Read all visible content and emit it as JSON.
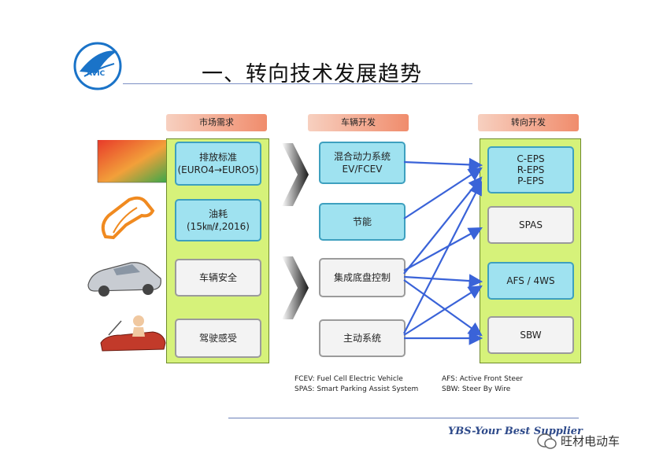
{
  "title": "一、转向技术发展趋势",
  "logo": {
    "text": "AVIC"
  },
  "columns": {
    "market": {
      "header": "市场需求",
      "boxes": [
        {
          "lines": [
            "排放标准",
            "(EURO4→EURO5)"
          ]
        },
        {
          "lines": [
            "油耗",
            "(15㎞/ℓ,2016)"
          ]
        },
        {
          "lines": [
            "车辆安全"
          ]
        },
        {
          "lines": [
            "驾驶感受"
          ]
        }
      ]
    },
    "vehicle": {
      "header": "车辆开发",
      "boxes": [
        {
          "lines": [
            "混合动力系统",
            "EV/FCEV"
          ]
        },
        {
          "lines": [
            "节能"
          ]
        },
        {
          "lines": [
            "集成底盘控制"
          ]
        },
        {
          "lines": [
            "主动系统"
          ]
        }
      ]
    },
    "steering": {
      "header": "转向开发",
      "boxes": [
        {
          "lines": [
            "C-EPS",
            "R-EPS",
            "P-EPS"
          ]
        },
        {
          "lines": [
            "SPAS"
          ]
        },
        {
          "lines": [
            "AFS / 4WS"
          ]
        },
        {
          "lines": [
            "SBW"
          ]
        }
      ]
    }
  },
  "legend": {
    "left": [
      "FCEV: Fuel Cell Electric Vehicle",
      "SPAS: Smart Parking Assist System"
    ],
    "right": [
      "AFS: Active Front Steer",
      "SBW: Steer By Wire"
    ]
  },
  "footer": {
    "text": "YBS-Your Best Supplier"
  },
  "watermark": {
    "text": "旺材电动车"
  },
  "colors": {
    "panel": "#d6f27a",
    "cyan_box": "#9fe2f0",
    "gray_box": "#f3f3f3",
    "arrow": "#3a63d8",
    "header": "#f08c6c"
  }
}
